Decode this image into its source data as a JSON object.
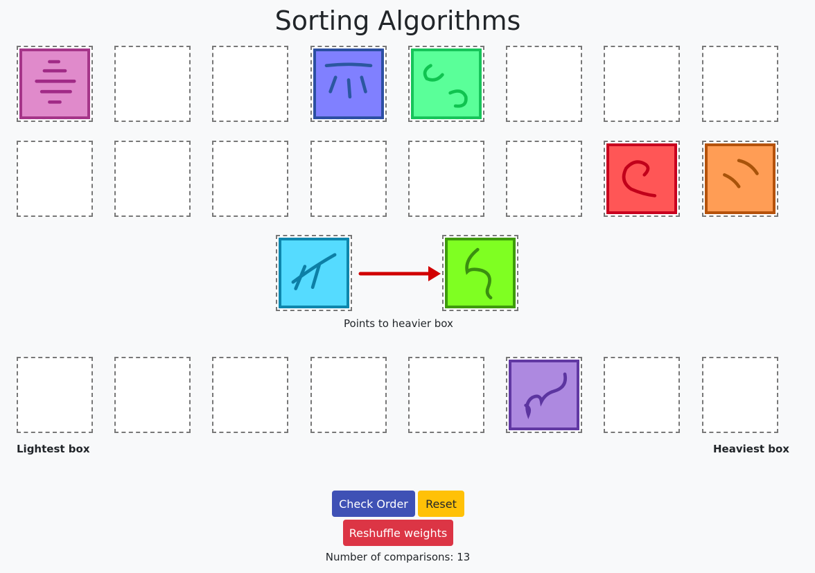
{
  "page": {
    "title": "Sorting Algorithms"
  },
  "comparison": {
    "caption": "Points to heavier box"
  },
  "result_row": {
    "lightest_label": "Lightest box",
    "heaviest_label": "Heaviest box"
  },
  "controls": {
    "check_label": "Check Order",
    "reset_label": "Reset",
    "reshuffle_label": "Reshuffle weights"
  },
  "status": {
    "comparisons_text": "Number of comparisons: 13"
  },
  "colors": {
    "pink": {
      "fill": "#e08acb",
      "border": "#a53589",
      "mark": "#a02a86"
    },
    "blue": {
      "fill": "#8080ff",
      "border": "#2c4fa3",
      "mark": "#2b57a0"
    },
    "mint": {
      "fill": "#5aff99",
      "border": "#17c45a",
      "mark": "#10c350"
    },
    "red": {
      "fill": "#ff5656",
      "border": "#c8001e",
      "mark": "#c1001a"
    },
    "orange": {
      "fill": "#ff9d55",
      "border": "#b5520b",
      "mark": "#a8530a"
    },
    "cyan": {
      "fill": "#55dbff",
      "border": "#0e86ad",
      "mark": "#0d7fa6"
    },
    "lime": {
      "fill": "#7fff22",
      "border": "#3e9a0c",
      "mark": "#3a8f10"
    },
    "purple": {
      "fill": "#ad89e0",
      "border": "#6138a3",
      "mark": "#5c35a0"
    },
    "arrow": "#d10000"
  }
}
